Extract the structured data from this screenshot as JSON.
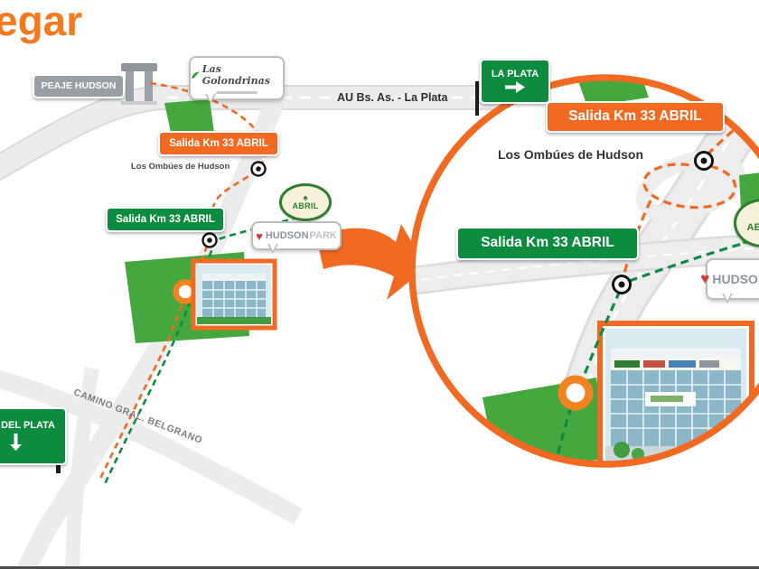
{
  "title": {
    "fragment": "egar"
  },
  "colors": {
    "orange": "#f26a21",
    "green": "#0d8c3f",
    "sign_gray": "#98a0a6"
  },
  "signs": {
    "peaje_hudson": "PEAJE HUDSON",
    "la_plata": "LA PLATA",
    "mar_del_plata": "MAR DEL PLATA",
    "salida_km33_orange": "Salida Km 33 ABRIL",
    "salida_km33_green": "Salida Km 33 ABRIL"
  },
  "labels": {
    "highway": "AU Bs. As. - La Plata",
    "neighborhood": "Los Ombúes de Hudson",
    "camino": "CAMINO GRAL. BELGRANO"
  },
  "places": {
    "golondrinas": "Las Golondrinas",
    "hudson_park_a": "HUDSON",
    "hudson_park_b": "PARK",
    "abril": "ABRIL"
  },
  "icons": {
    "heart": "♥",
    "tree": "♠"
  }
}
